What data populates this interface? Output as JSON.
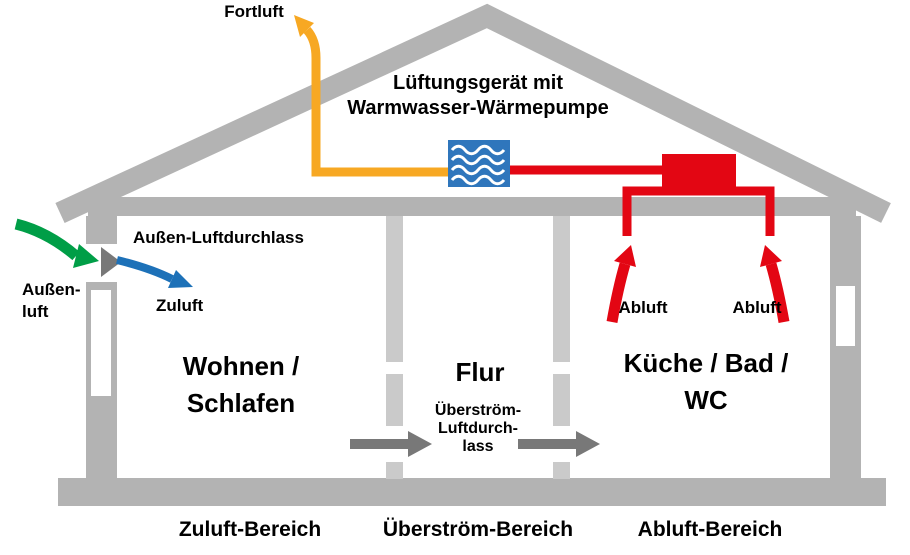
{
  "title": {
    "device_line1": "Lüftungsgerät mit",
    "device_line2": "Warmwasser-Wärmepumpe"
  },
  "labels": {
    "fortluft": "Fortluft",
    "aussen_luftdurchlass": "Außen-Luftdurchlass",
    "aussenluft_line1": "Außen-",
    "aussenluft_line2": "luft",
    "zuluft": "Zuluft",
    "abluft_left": "Abluft",
    "abluft_right": "Abluft",
    "ueberstrom_line1": "Überström-",
    "ueberstrom_line2": "Luftdurch-",
    "ueberstrom_line3": "lass"
  },
  "rooms": {
    "living_line1": "Wohnen /",
    "living_line2": "Schlafen",
    "hall": "Flur",
    "kitchen_line1": "Küche / Bad /",
    "kitchen_line2": "WC"
  },
  "zones": {
    "supply": "Zuluft-Bereich",
    "transfer": "Überström-Bereich",
    "exhaust": "Abluft-Bereich"
  },
  "colors": {
    "structure": "#b3b3b3",
    "interior_wall": "#cacaca",
    "arrow_gray": "#787878",
    "orange": "#f7a823",
    "red": "#e30613",
    "green": "#009e47",
    "blue": "#1d71b8",
    "unit_blue": "#2f76bc",
    "white": "#ffffff",
    "text": "#000000"
  }
}
